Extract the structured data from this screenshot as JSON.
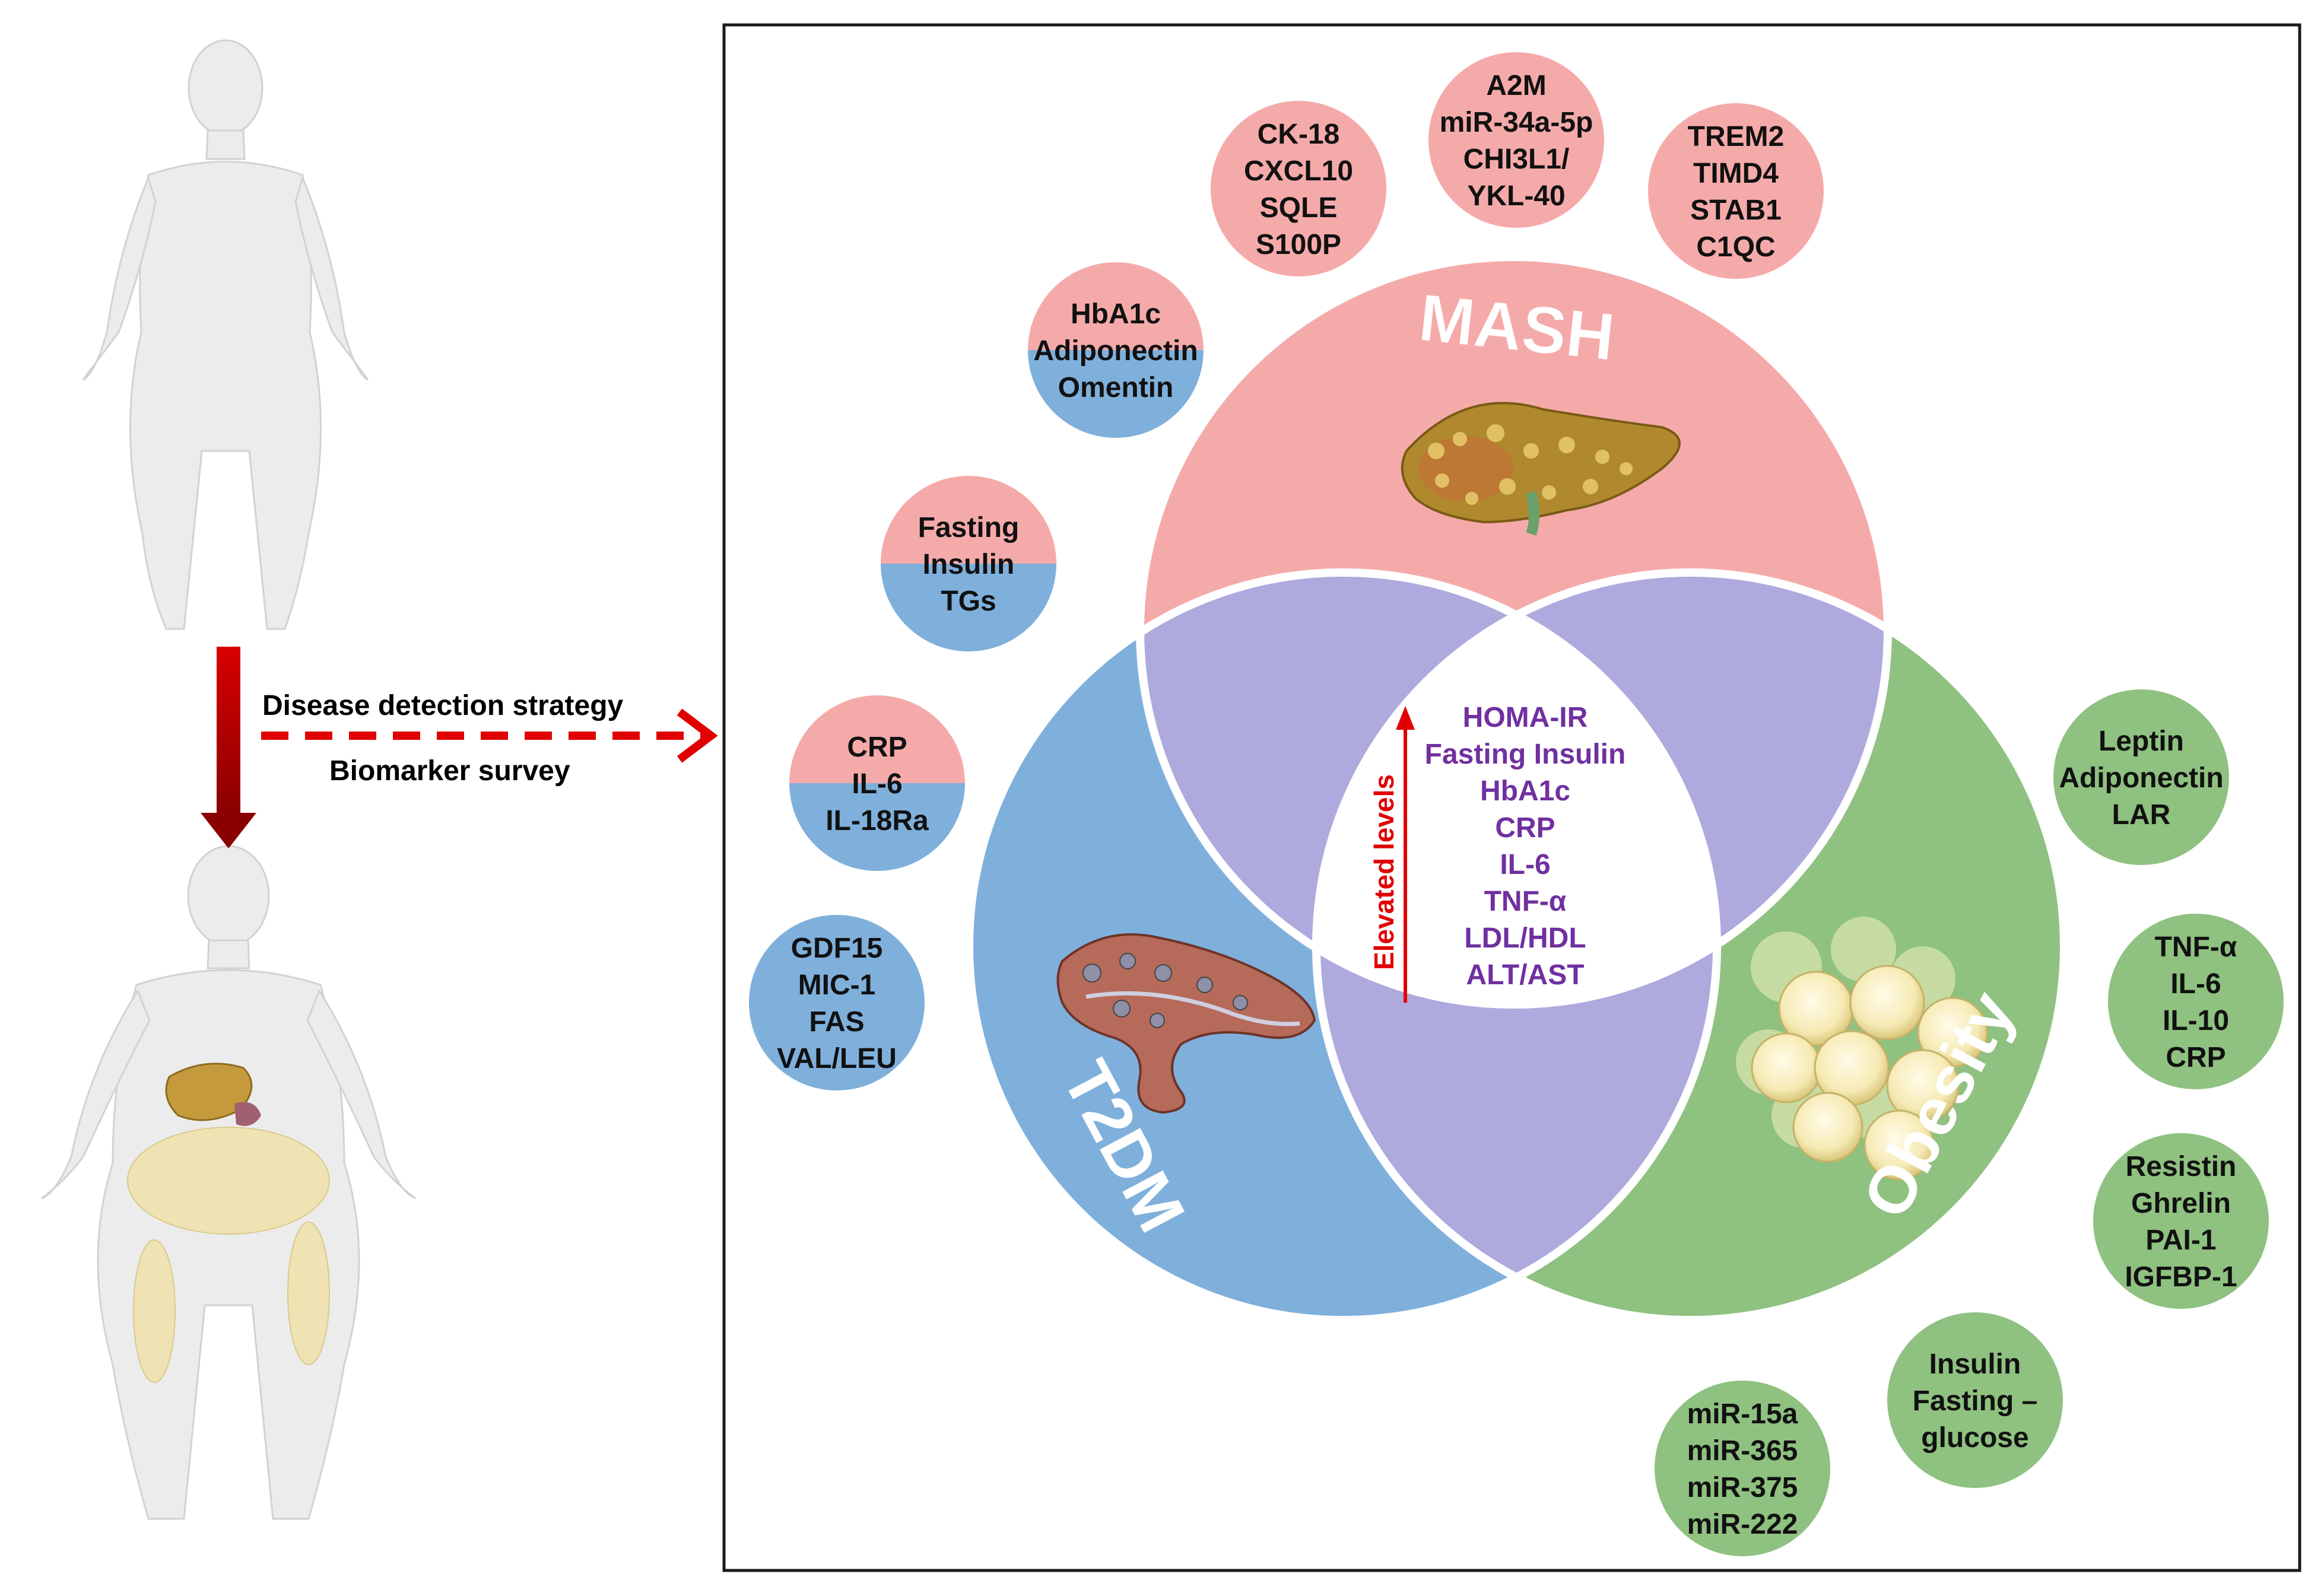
{
  "colors": {
    "mash": "#f5aaaa",
    "t2dm": "#7fb0dc",
    "obesity": "#8fc180",
    "overlap": "#aeaade",
    "center": "#ffffff",
    "arrow_red": "#e00000",
    "center_text": "#7030a0",
    "border": "#1a1a1a"
  },
  "strategy": {
    "top_label": "Disease detection strategy",
    "bottom_label": "Biomarker survey"
  },
  "venn": {
    "mash_title": "MASH",
    "t2dm_title": "T2DM",
    "obesity_title": "Obesity",
    "center_arrow_label": "Elevated levels",
    "center_biomarkers": [
      "HOMA-IR",
      "Fasting Insulin",
      "HbA1c",
      "CRP",
      "IL-6",
      "TNF-α",
      "LDL/HDL",
      "ALT/AST"
    ]
  },
  "biomarker_bubbles": [
    {
      "name": "mash-1",
      "type": "mash",
      "lines": [
        "CK-18",
        "CXCL10",
        "SQLE",
        "S100P"
      ]
    },
    {
      "name": "mash-2",
      "type": "mash",
      "lines": [
        "A2M",
        "miR-34a-5p",
        "CHI3L1/",
        "YKL-40"
      ]
    },
    {
      "name": "mash-3",
      "type": "mash",
      "lines": [
        "TREM2",
        "TIMD4",
        "STAB1",
        "C1QC"
      ]
    },
    {
      "name": "mash-t2dm-1",
      "type": "mash-t2dm",
      "lines": [
        "HbA1c",
        "Adiponectin",
        "Omentin"
      ]
    },
    {
      "name": "mash-t2dm-2",
      "type": "mash-t2dm",
      "lines": [
        "Fasting",
        "Insulin",
        "TGs"
      ]
    },
    {
      "name": "mash-t2dm-3",
      "type": "mash-t2dm",
      "lines": [
        "CRP",
        "IL-6",
        "IL-18Ra"
      ]
    },
    {
      "name": "t2dm-1",
      "type": "t2dm",
      "lines": [
        "GDF15",
        "MIC-1",
        "FAS",
        "VAL/LEU"
      ]
    },
    {
      "name": "obesity-1",
      "type": "obesity",
      "lines": [
        "Leptin",
        "Adiponectin",
        "LAR"
      ]
    },
    {
      "name": "obesity-2",
      "type": "obesity",
      "lines": [
        "TNF-α",
        "IL-6",
        "IL-10",
        "CRP"
      ]
    },
    {
      "name": "obesity-3",
      "type": "obesity",
      "lines": [
        "Resistin",
        "Ghrelin",
        "PAI-1",
        "IGFBP-1"
      ]
    },
    {
      "name": "obesity-4",
      "type": "obesity",
      "lines": [
        "Insulin",
        "Fasting –",
        "glucose"
      ]
    },
    {
      "name": "obesity-5",
      "type": "obesity",
      "lines": [
        "miR-15a",
        "miR-365",
        "miR-375",
        "miR-222"
      ]
    }
  ]
}
